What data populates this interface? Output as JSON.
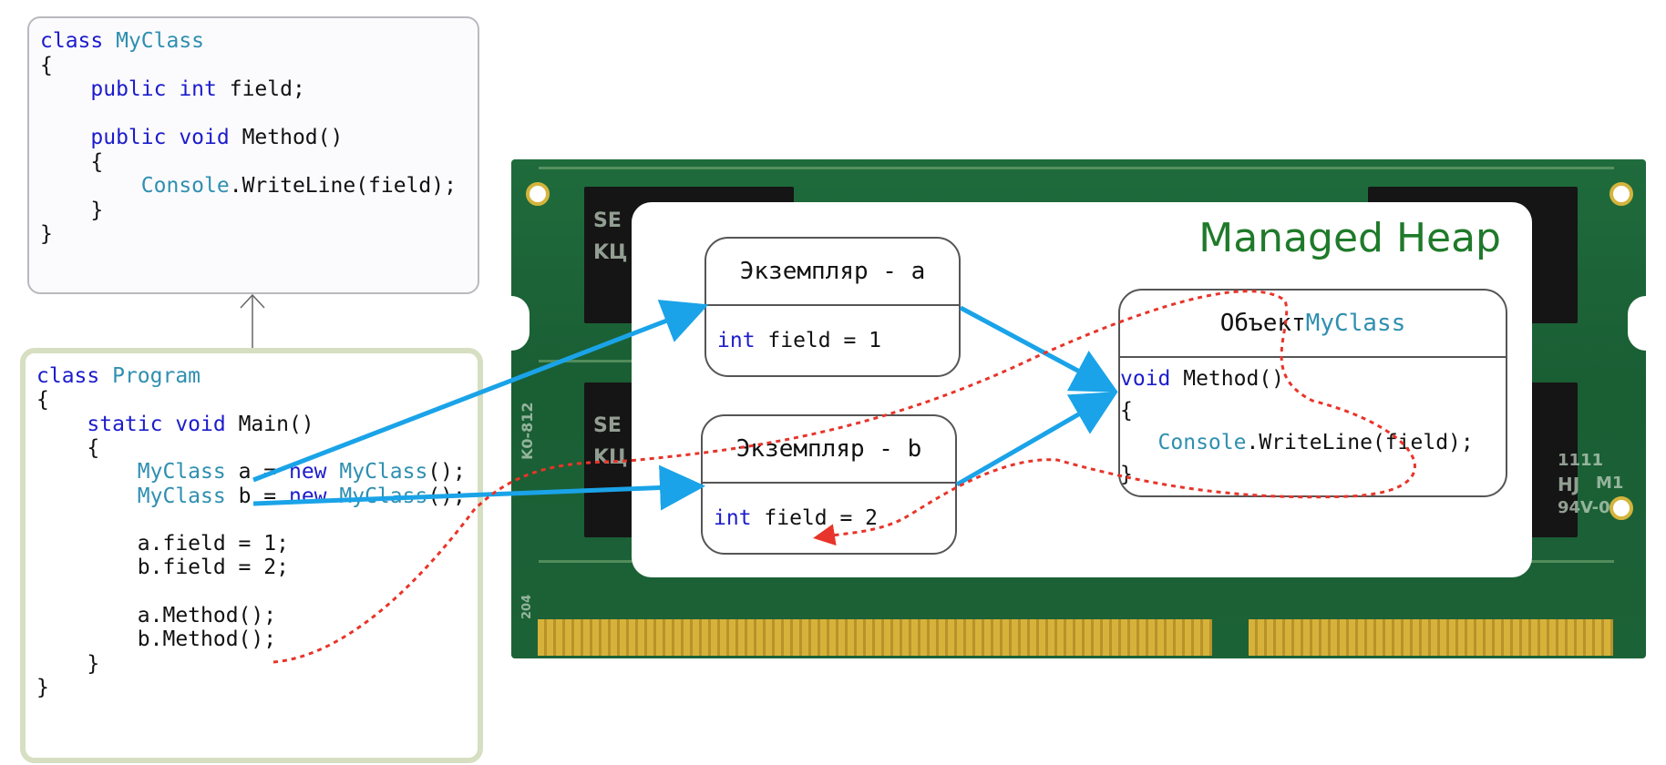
{
  "myclass_code": [
    [
      {
        "t": "class ",
        "c": "kw"
      },
      {
        "t": "MyClass",
        "c": "ty"
      }
    ],
    [
      {
        "t": "{",
        "c": ""
      }
    ],
    [
      {
        "t": "    ",
        "c": ""
      },
      {
        "t": "public int",
        "c": "kw"
      },
      {
        "t": " field;",
        "c": ""
      }
    ],
    [
      {
        "t": "",
        "c": ""
      }
    ],
    [
      {
        "t": "    ",
        "c": ""
      },
      {
        "t": "public void",
        "c": "kw"
      },
      {
        "t": " Method()",
        "c": ""
      }
    ],
    [
      {
        "t": "    {",
        "c": ""
      }
    ],
    [
      {
        "t": "        ",
        "c": ""
      },
      {
        "t": "Console",
        "c": "ty"
      },
      {
        "t": ".WriteLine(field);",
        "c": ""
      }
    ],
    [
      {
        "t": "    }",
        "c": ""
      }
    ],
    [
      {
        "t": "}",
        "c": ""
      }
    ]
  ],
  "program_code": [
    [
      {
        "t": "class ",
        "c": "kw"
      },
      {
        "t": "Program",
        "c": "ty"
      }
    ],
    [
      {
        "t": "{",
        "c": ""
      }
    ],
    [
      {
        "t": "    ",
        "c": ""
      },
      {
        "t": "static void",
        "c": "kw"
      },
      {
        "t": " Main()",
        "c": ""
      }
    ],
    [
      {
        "t": "    {",
        "c": ""
      }
    ],
    [
      {
        "t": "        ",
        "c": ""
      },
      {
        "t": "MyClass",
        "c": "ty"
      },
      {
        "t": " a = ",
        "c": ""
      },
      {
        "t": "new",
        "c": "kw"
      },
      {
        "t": " ",
        "c": ""
      },
      {
        "t": "MyClass",
        "c": "ty"
      },
      {
        "t": "();",
        "c": ""
      }
    ],
    [
      {
        "t": "        ",
        "c": ""
      },
      {
        "t": "MyClass",
        "c": "ty"
      },
      {
        "t": " b = ",
        "c": ""
      },
      {
        "t": "new",
        "c": "kw"
      },
      {
        "t": " ",
        "c": ""
      },
      {
        "t": "MyClass",
        "c": "ty"
      },
      {
        "t": "();",
        "c": ""
      }
    ],
    [
      {
        "t": "",
        "c": ""
      }
    ],
    [
      {
        "t": "        a.field = 1;",
        "c": ""
      }
    ],
    [
      {
        "t": "        b.field = 2;",
        "c": ""
      }
    ],
    [
      {
        "t": "",
        "c": ""
      }
    ],
    [
      {
        "t": "        a.Method();",
        "c": ""
      }
    ],
    [
      {
        "t": "        b.Method();",
        "c": ""
      }
    ],
    [
      {
        "t": "    }",
        "c": ""
      }
    ],
    [
      {
        "t": "}",
        "c": ""
      }
    ]
  ],
  "heap": {
    "title": "Managed Heap",
    "instance_a": {
      "title": "Экземпляр - a",
      "field_kw": "int",
      "field_rest": " field = 1"
    },
    "instance_b": {
      "title": "Экземпляр - b",
      "field_kw": "int",
      "field_rest": " field = 2"
    },
    "object": {
      "title_prefix": "Объект ",
      "title_type": "MyClass",
      "lines": [
        [
          {
            "t": "void",
            "c": "kw"
          },
          {
            "t": " Method()",
            "c": ""
          }
        ],
        [
          {
            "t": "{",
            "c": ""
          }
        ],
        [
          {
            "t": "   ",
            "c": ""
          },
          {
            "t": "Console",
            "c": "ty"
          },
          {
            "t": ".WriteLine(field);",
            "c": ""
          }
        ],
        [
          {
            "t": "}",
            "c": ""
          }
        ]
      ]
    }
  },
  "board_labels": [
    "SE",
    "KЦ",
    "K0-812",
    "HJ",
    "94V-0",
    "1111",
    "M1",
    "204"
  ],
  "colors": {
    "arrow_blue": "#1aa3e8",
    "dotted_red": "#e8342a",
    "keyword": "#1c1ccc",
    "type": "#2f8fb0",
    "heap_title": "#1f7a2a"
  }
}
